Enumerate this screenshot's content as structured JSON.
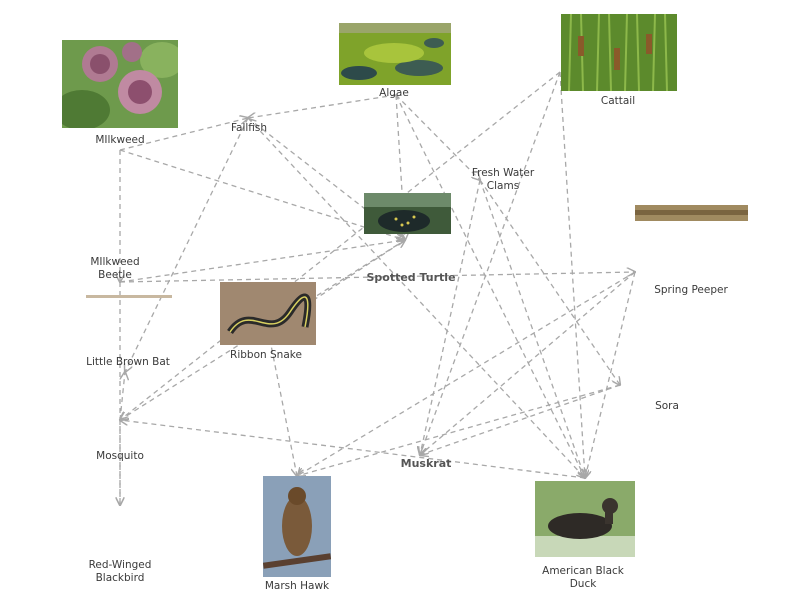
{
  "nodes": [
    {
      "id": "milkweed",
      "label": "MIlkweed"
    },
    {
      "id": "algae",
      "label": "Algae"
    },
    {
      "id": "cattail",
      "label": "Cattail"
    },
    {
      "id": "fallfish",
      "label": "Fallfish"
    },
    {
      "id": "clams",
      "label": "Fresh Water\nClams"
    },
    {
      "id": "milkweed_beetle",
      "label": "MIlkweed\nBeetle"
    },
    {
      "id": "spotted_turtle",
      "label": "Spotted Turtle"
    },
    {
      "id": "spring_peeper",
      "label": "Spring Peeper"
    },
    {
      "id": "ribbon_snake",
      "label": "Ribbon Snake"
    },
    {
      "id": "little_brown_bat",
      "label": "Little Brown Bat"
    },
    {
      "id": "sora",
      "label": "Sora"
    },
    {
      "id": "mosquito",
      "label": "Mosquito"
    },
    {
      "id": "muskrat",
      "label": "Muskrat"
    },
    {
      "id": "red_winged_blackbird",
      "label": "Red-Winged\nBlackbird"
    },
    {
      "id": "marsh_hawk",
      "label": "Marsh Hawk"
    },
    {
      "id": "black_duck",
      "label": "American Black\nDuck"
    }
  ],
  "edges": [
    [
      "milkweed",
      "milkweed_beetle"
    ],
    [
      "milkweed",
      "fallfish"
    ],
    [
      "milkweed",
      "spotted_turtle"
    ],
    [
      "algae",
      "fallfish"
    ],
    [
      "algae",
      "spotted_turtle"
    ],
    [
      "algae",
      "clams"
    ],
    [
      "algae",
      "black_duck"
    ],
    [
      "cattail",
      "mosquito"
    ],
    [
      "cattail",
      "muskrat"
    ],
    [
      "cattail",
      "black_duck"
    ],
    [
      "fallfish",
      "spotted_turtle"
    ],
    [
      "fallfish",
      "black_duck"
    ],
    [
      "fallfish",
      "little_brown_bat"
    ],
    [
      "clams",
      "muskrat"
    ],
    [
      "clams",
      "black_duck"
    ],
    [
      "clams",
      "sora"
    ],
    [
      "milkweed_beetle",
      "spring_peeper"
    ],
    [
      "milkweed_beetle",
      "spotted_turtle"
    ],
    [
      "milkweed_beetle",
      "red_winged_blackbird"
    ],
    [
      "spring_peeper",
      "marsh_hawk"
    ],
    [
      "spring_peeper",
      "muskrat"
    ],
    [
      "spring_peeper",
      "black_duck"
    ],
    [
      "ribbon_snake",
      "marsh_hawk"
    ],
    [
      "ribbon_snake",
      "spotted_turtle"
    ],
    [
      "mosquito",
      "little_brown_bat"
    ],
    [
      "mosquito",
      "red_winged_blackbird"
    ],
    [
      "sora",
      "marsh_hawk"
    ],
    [
      "sora",
      "muskrat"
    ],
    [
      "black_duck",
      "mosquito"
    ],
    [
      "spotted_turtle",
      "mosquito"
    ]
  ],
  "colors": {
    "arrow": "#a8a8a8",
    "text": "#3a3a3a"
  }
}
